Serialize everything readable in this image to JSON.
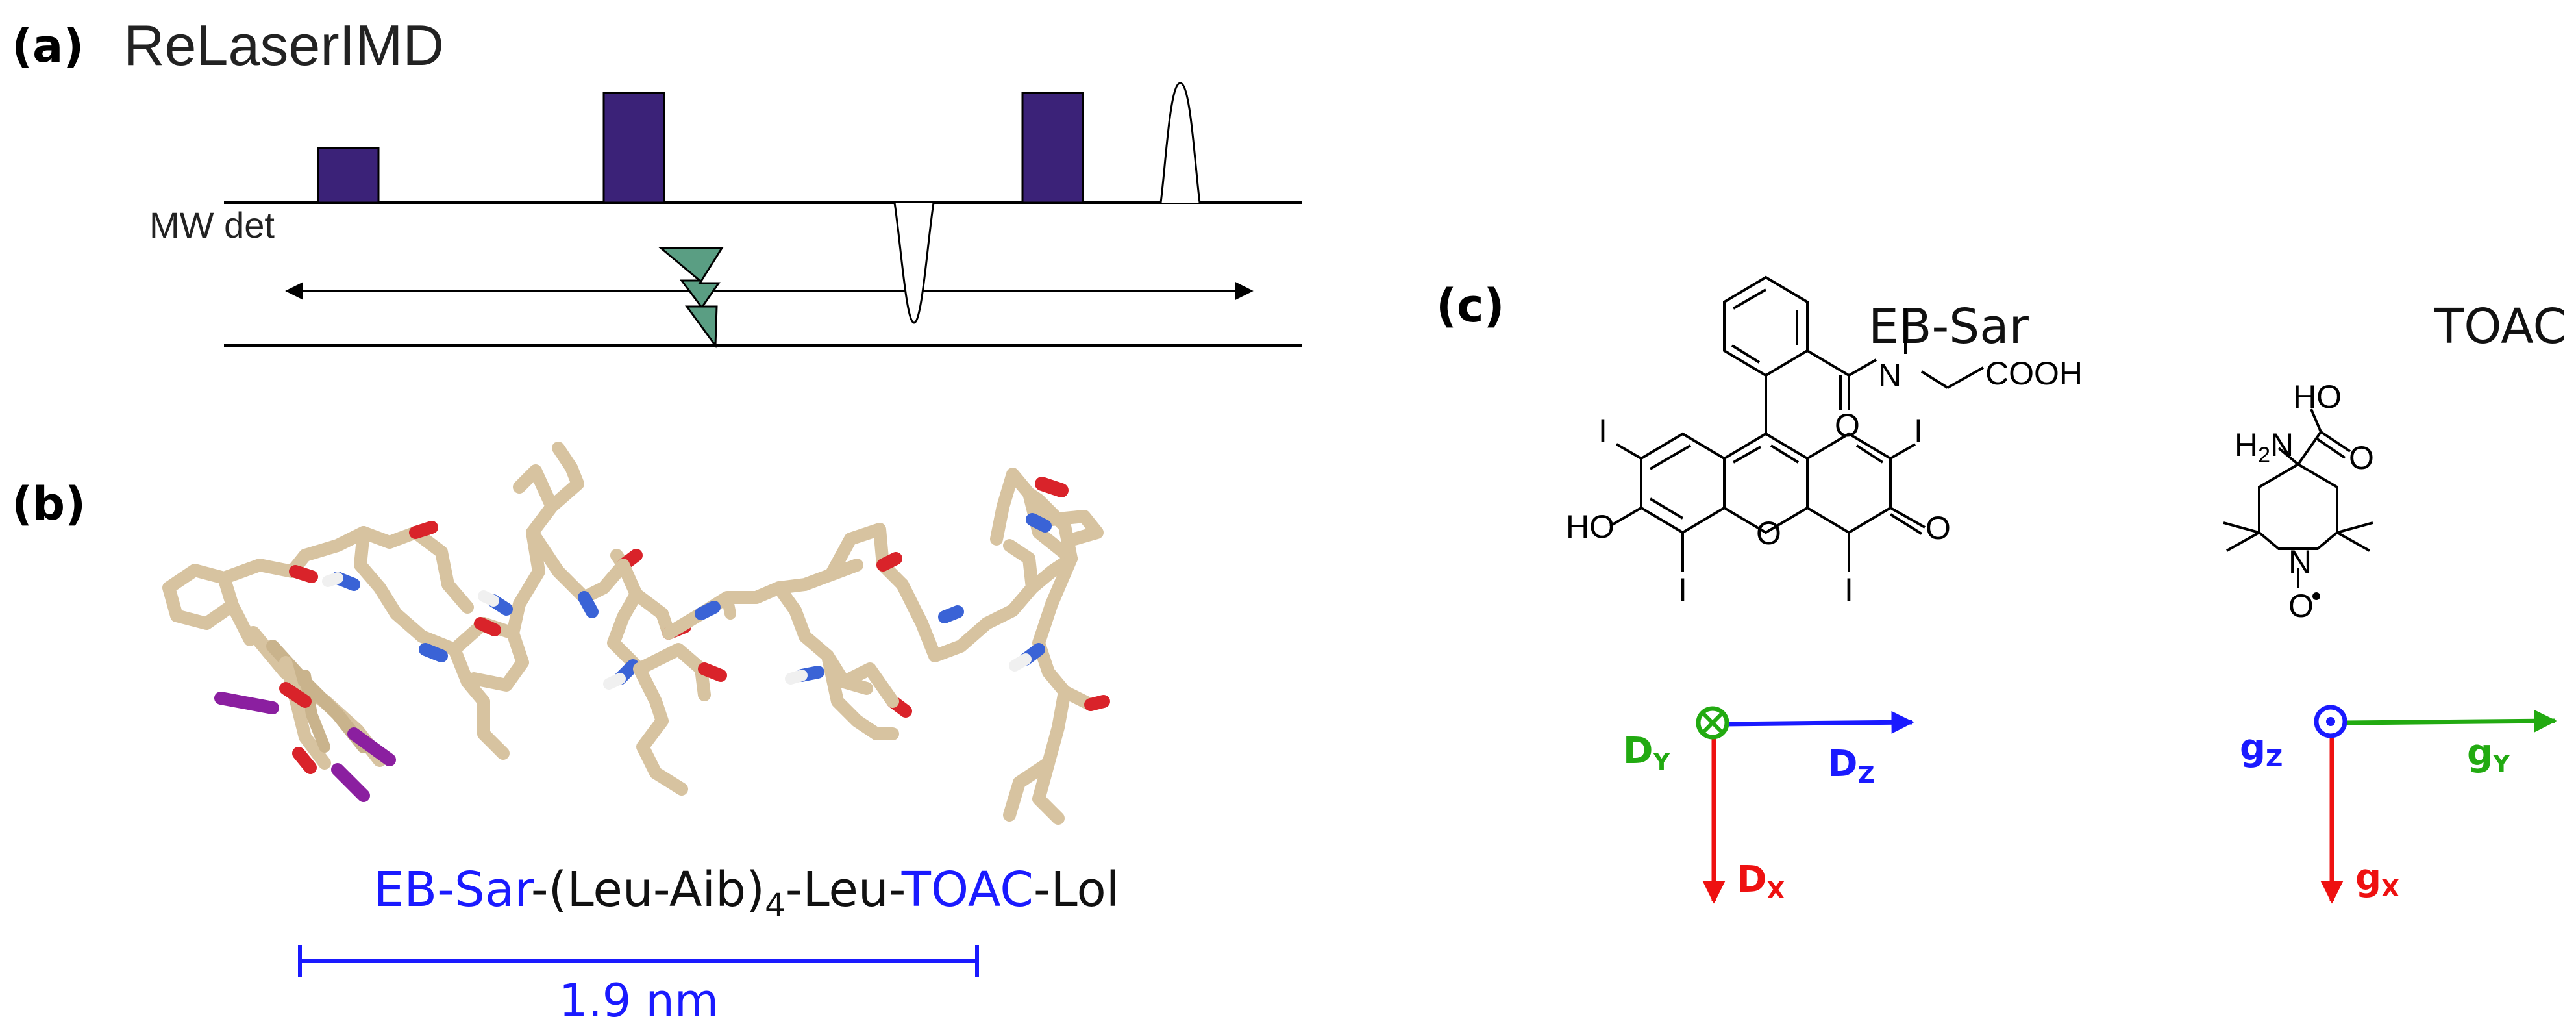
{
  "panel_a": {
    "label": "(a)",
    "title": "ReLaserIMD",
    "channel_label": "MW det"
  },
  "panel_b": {
    "label": "(b)",
    "sequence": {
      "part1": "EB-Sar",
      "part2": "-(Leu-Aib)",
      "subscript": "4",
      "part3": "-Leu-",
      "part4": "TOAC",
      "part5": "-Lol"
    },
    "scale_label": "1.9 nm"
  },
  "panel_c": {
    "label": "(c)",
    "left_title": "EB-Sar",
    "right_title": "TOAC",
    "eb_sar_atoms": {
      "n": "N",
      "o_carbonyl": "O",
      "cooh": "COOH",
      "i_left": "I",
      "i_right": "I",
      "i_bottom_left": "I",
      "i_bottom_right": "I",
      "ho": "HO",
      "o_ring": "O",
      "o_ketone": "O"
    },
    "toac_atoms": {
      "ho": "HO",
      "h2n": "H",
      "h2n_sub": "2",
      "h2n_n": "N",
      "o": "O",
      "n": "N",
      "o_radical": "O"
    },
    "left_axes": {
      "d_y": "D",
      "d_y_sub": "Y",
      "d_z": "D",
      "d_z_sub": "Z",
      "d_x": "D",
      "d_x_sub": "X"
    },
    "right_axes": {
      "g_z": "g",
      "g_z_sub": "Z",
      "g_y": "g",
      "g_y_sub": "Y",
      "g_x": "g",
      "g_x_sub": "X"
    }
  },
  "colors": {
    "pulse": "#3b2278",
    "laser": "#5a9e83",
    "blue": "#1a1aff",
    "red": "#ee1111",
    "green": "#22aa11",
    "stick": "#d7c3a0",
    "nitrogen": "#3a63d6",
    "oxygen": "#d9232a",
    "iodine": "#8b1fa0"
  }
}
